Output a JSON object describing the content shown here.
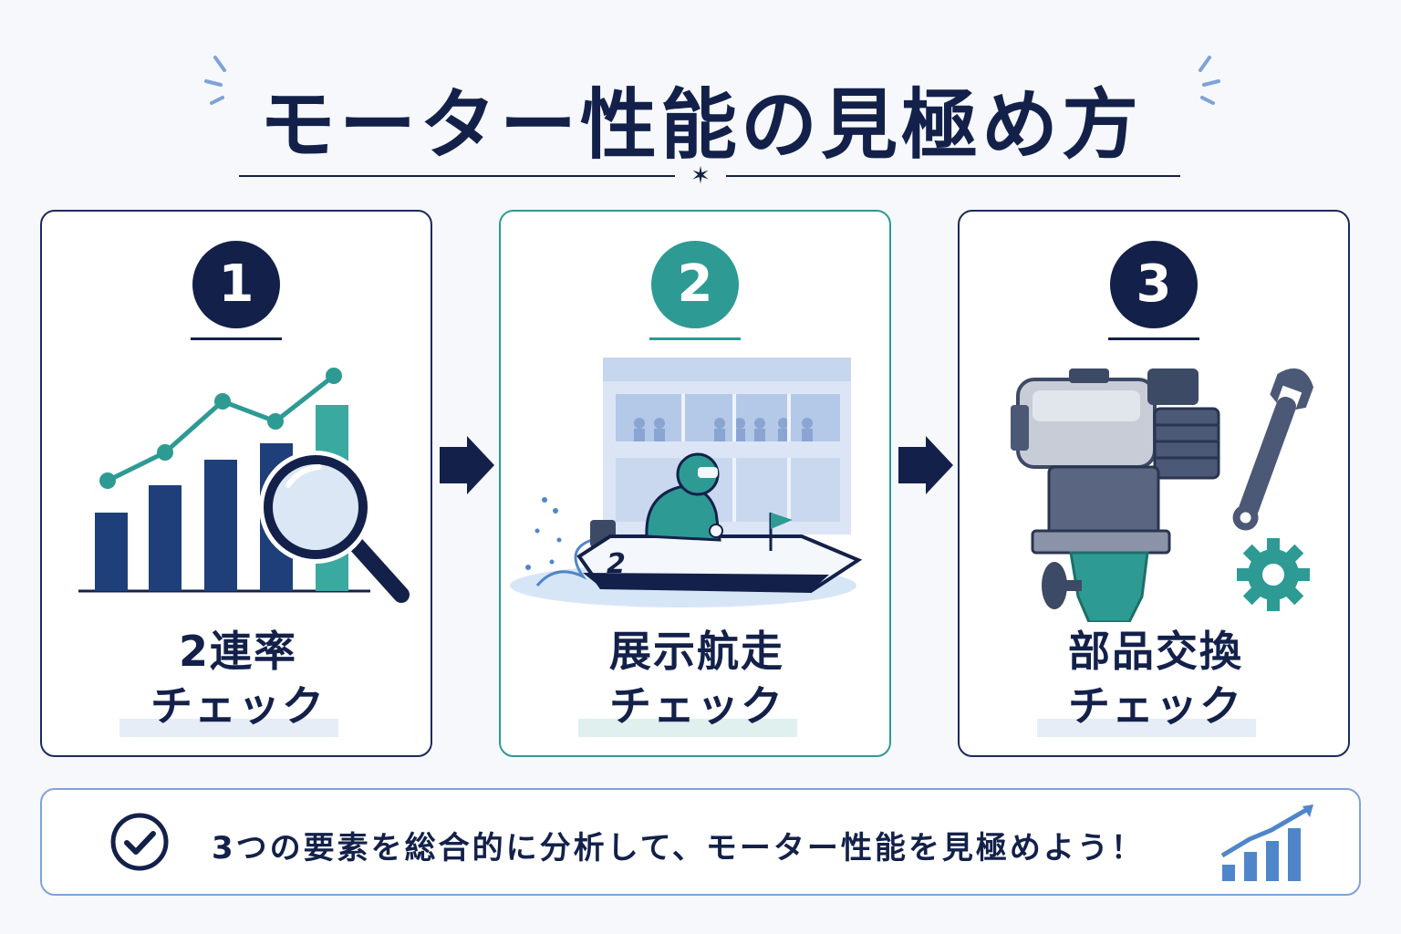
{
  "header": {
    "title": "モーター性能の見極め方"
  },
  "steps": [
    {
      "number": "1",
      "line1": "2連率",
      "line2": "チェック",
      "accent": "#13214a"
    },
    {
      "number": "2",
      "line1": "展示航走",
      "line2": "チェック",
      "accent": "#2e9a94"
    },
    {
      "number": "3",
      "line1": "部品交換",
      "line2": "チェック",
      "accent": "#13214a"
    }
  ],
  "illustrations": {
    "step1": "bar-line-chart-with-magnifier-icon",
    "step2": "racing-boat-in-front-of-grandstand-icon",
    "step3": "outboard-motor-wrench-gear-icon"
  },
  "boat": {
    "number": "2"
  },
  "banner": {
    "text": "3つの要素を総合的に分析して、モーター性能を見極めよう！"
  },
  "colors": {
    "navy": "#13214a",
    "teal": "#2e9a94",
    "light_blue": "#4f86c9"
  }
}
